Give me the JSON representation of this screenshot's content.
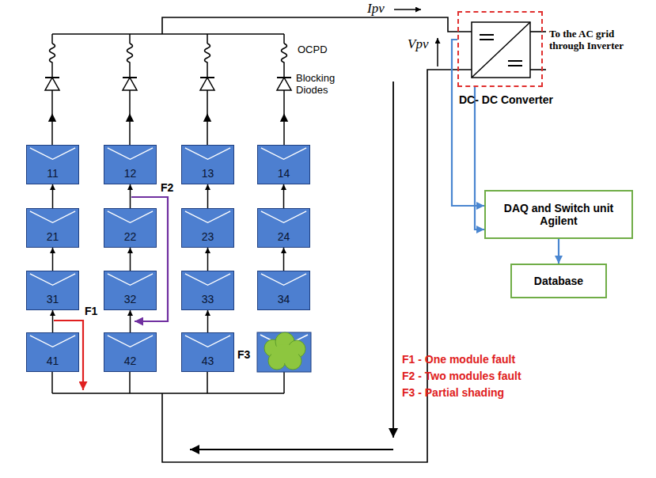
{
  "diagram": {
    "nodes": [
      {
        "text": [
          "11"
        ]
      },
      {
        "text": [
          "12"
        ]
      },
      {
        "text": [
          "13"
        ]
      },
      {
        "text": [
          "14"
        ]
      },
      {
        "text": [
          "21"
        ]
      },
      {
        "text": [
          "22"
        ]
      },
      {
        "text": [
          "23"
        ]
      },
      {
        "text": [
          "24"
        ]
      },
      {
        "text": [
          "31"
        ]
      },
      {
        "text": [
          "32"
        ]
      },
      {
        "text": [
          "33"
        ]
      },
      {
        "text": [
          "34"
        ]
      },
      {
        "text": [
          "41"
        ]
      },
      {
        "text": [
          "42"
        ]
      },
      {
        "text": [
          "43"
        ]
      },
      {
        "text": [
          "DC- DC Converter"
        ]
      },
      {
        "text": [
          "DAQ and Switch unit Agilent"
        ]
      },
      {
        "text": [
          "Database"
        ]
      }
    ],
    "edges": [
      {
        "from": 12,
        "to": 8,
        "arrow": "to"
      },
      {
        "from": 8,
        "to": 4,
        "arrow": "to"
      },
      {
        "from": 4,
        "to": 0,
        "arrow": "to"
      },
      {
        "from": 13,
        "to": 9,
        "arrow": "to"
      },
      {
        "from": 9,
        "to": 5,
        "arrow": "to"
      },
      {
        "from": 5,
        "to": 1,
        "arrow": "to"
      },
      {
        "from": 14,
        "to": 10,
        "arrow": "to"
      },
      {
        "from": 10,
        "to": 6,
        "arrow": "to"
      },
      {
        "from": 6,
        "to": 2,
        "arrow": "to"
      },
      {
        "from": 11,
        "to": 7,
        "arrow": "to"
      },
      {
        "from": 7,
        "to": 3,
        "arrow": "to"
      },
      {
        "from": 15,
        "to": 16,
        "arrow": "to"
      },
      {
        "from": 15,
        "to": 16,
        "arrow": "to"
      },
      {
        "from": 16,
        "to": 17,
        "arrow": "to"
      }
    ],
    "labels": [
      "Ipv",
      "Vpv",
      "To the AC grid through Inverter",
      "OCPD",
      "Blocking Diodes",
      "F1",
      "F2",
      "F3",
      "F1 - One module fault",
      "F2 - Two modules fault",
      "F3 - Partial shading"
    ]
  }
}
